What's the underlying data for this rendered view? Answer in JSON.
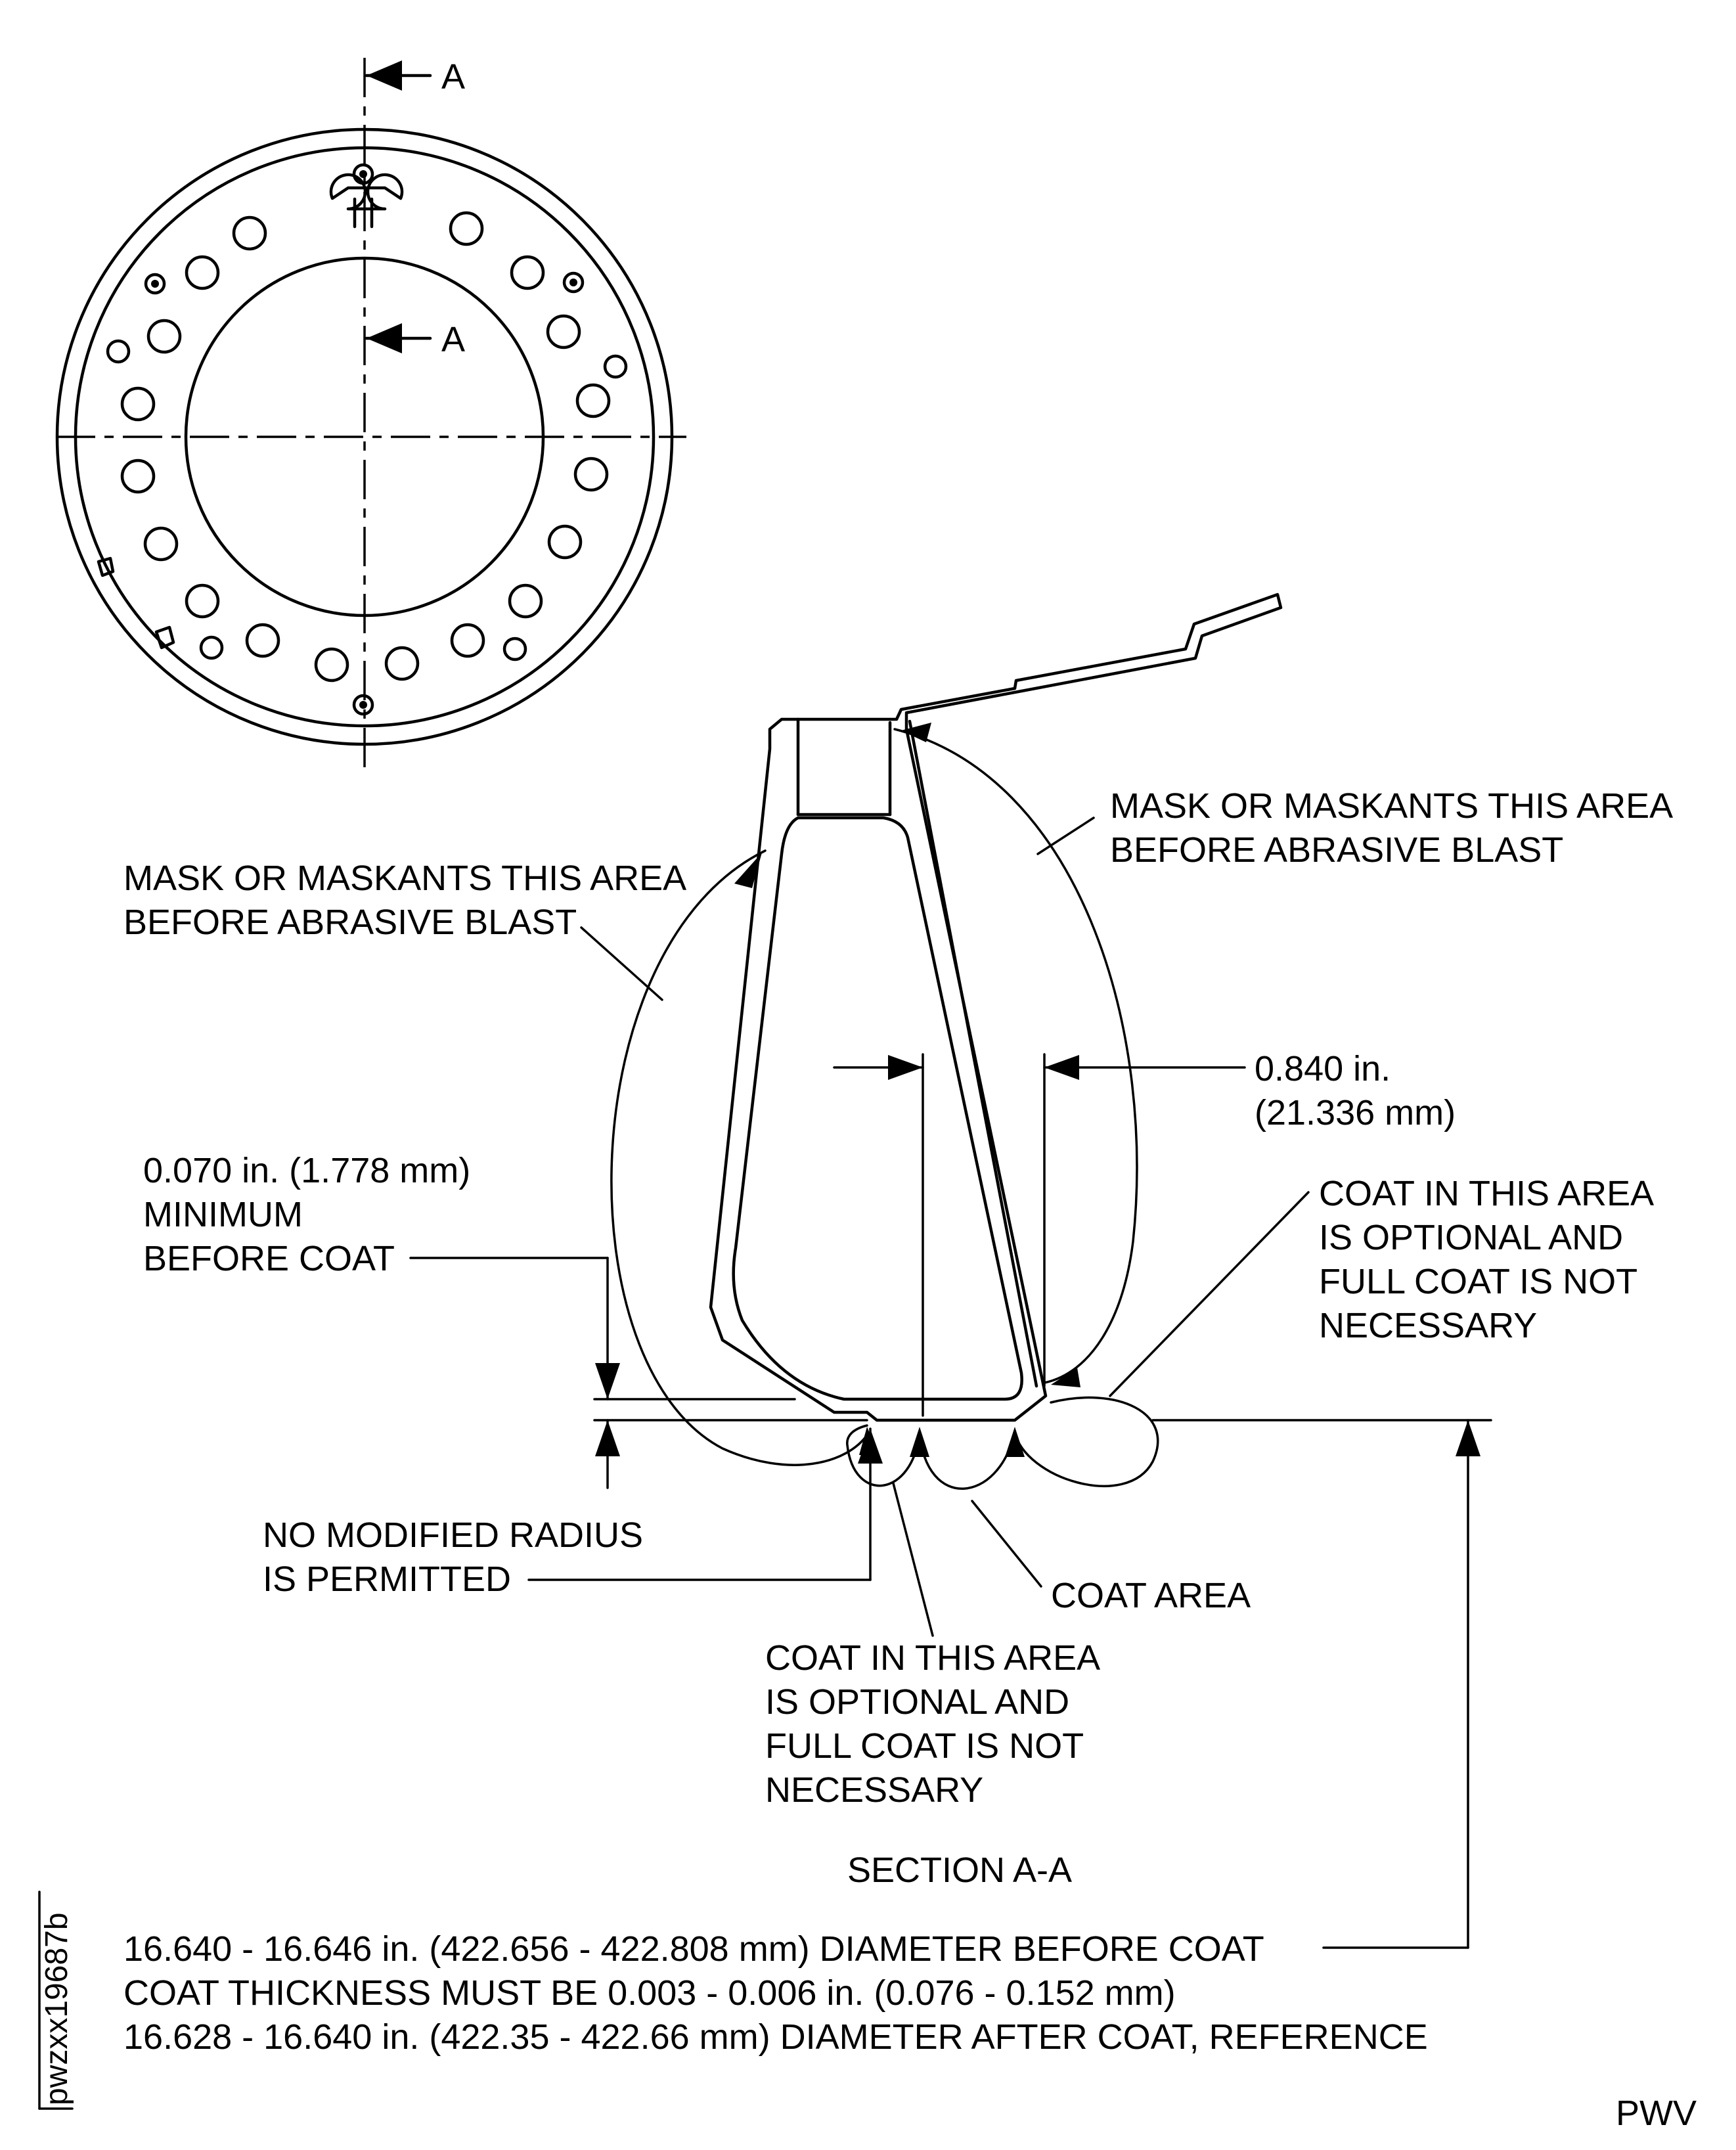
{
  "plan_view": {
    "section_label_top": "A",
    "section_label_bottom": "A"
  },
  "section_view": {
    "title": "SECTION A-A",
    "mask_note_left": [
      "MASK OR MASKANTS THIS AREA",
      "BEFORE ABRASIVE BLAST"
    ],
    "mask_note_right": [
      "MASK OR MASKANTS THIS AREA",
      "BEFORE ABRASIVE BLAST"
    ],
    "width_dim": [
      "0.840 in.",
      "(21.336 mm)"
    ],
    "min_dim": [
      "0.070 in. (1.778 mm)",
      "MINIMUM",
      "BEFORE COAT"
    ],
    "optional_coat_right": [
      "COAT IN THIS AREA",
      "IS OPTIONAL AND",
      "FULL COAT IS NOT",
      "NECESSARY"
    ],
    "radius_note": [
      "NO MODIFIED RADIUS",
      "IS PERMITTED"
    ],
    "coat_area": "COAT AREA",
    "optional_coat_bottom": [
      "COAT IN THIS AREA",
      "IS OPTIONAL AND",
      "FULL COAT IS NOT",
      "NECESSARY"
    ]
  },
  "diameter_notes": [
    "16.640 - 16.646 in. (422.656 - 422.808 mm) DIAMETER BEFORE COAT",
    "COAT THICKNESS MUST BE 0.003 - 0.006 in. (0.076 - 0.152 mm)",
    "16.628 - 16.640 in. (422.35 - 422.66 mm) DIAMETER AFTER COAT, REFERENCE"
  ],
  "figure_id": "pwzxx19687b",
  "corner_code": "PWV"
}
